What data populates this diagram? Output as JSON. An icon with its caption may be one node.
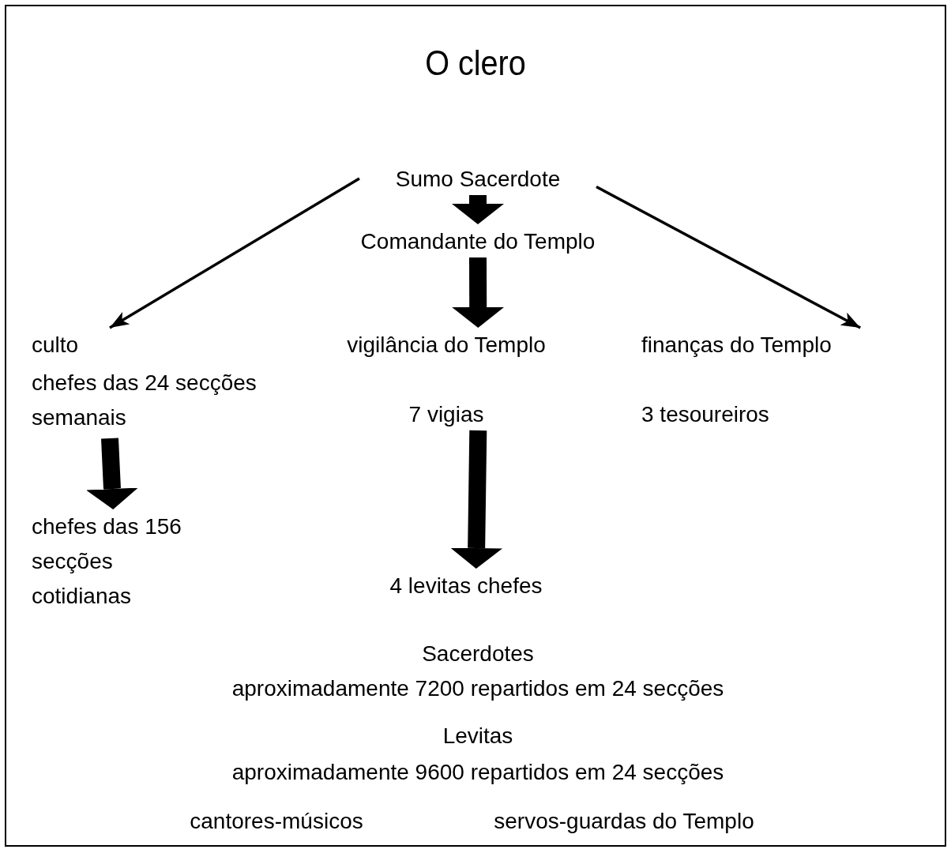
{
  "diagram": {
    "title": "O clero",
    "nodes": [
      {
        "text": [
          "Sumo Sacerdote"
        ]
      },
      {
        "text": [
          "Comandante do Templo"
        ]
      },
      {
        "text": [
          "culto",
          "chefes das 24 secções semanais"
        ]
      },
      {
        "text": [
          "chefes das 156 secções cotidianas"
        ]
      },
      {
        "text": [
          "vigilância do Templo",
          "7 vigias"
        ]
      },
      {
        "text": [
          "4 levitas chefes"
        ]
      },
      {
        "text": [
          "finanças do Templo",
          "3 tesoureiros"
        ]
      }
    ],
    "edges": [
      {
        "from": 0,
        "to": 1,
        "arrow": "to"
      },
      {
        "from": 0,
        "to": 2,
        "arrow": "to"
      },
      {
        "from": 0,
        "to": 6,
        "arrow": "to"
      },
      {
        "from": 1,
        "to": 4,
        "arrow": "to"
      },
      {
        "from": 2,
        "to": 3,
        "arrow": "to"
      },
      {
        "from": 4,
        "to": 5,
        "arrow": "to"
      }
    ],
    "labels": [
      "Sacerdotes",
      "aproximadamente 7200 repartidos em 24 secções",
      "Levitas",
      "aproximadamente 9600 repartidos em 24 secções",
      "cantores-músicos",
      "servos-guardas do Templo"
    ]
  }
}
